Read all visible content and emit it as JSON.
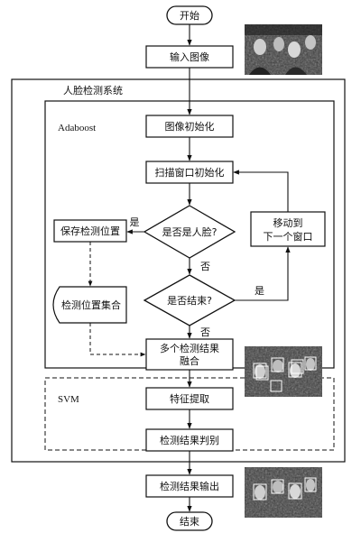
{
  "flowchart": {
    "start": "开始",
    "input_image": "输入图像",
    "system_title": "人脸检测系统",
    "adaboost_label": "Adaboost",
    "image_init": "图像初始化",
    "scan_window_init": "扫描窗口初始化",
    "is_face": "是否是人脸?",
    "save_position": "保存检测位置",
    "move_to_next_line1": "移动到",
    "move_to_next_line2": "下一个窗口",
    "position_set": "检测位置集合",
    "is_finished": "是否结束?",
    "merge_line1": "多个检测结果",
    "merge_line2": "融合",
    "svm_label": "SVM",
    "feature_extract": "特征提取",
    "result_judge": "检测结果判别",
    "result_output": "检测结果输出",
    "end": "结束",
    "yes": "是",
    "no": "否"
  },
  "thumbnails": [
    "crowd-photo",
    "crowd-photo-candidate-boxes",
    "crowd-photo-final-detections"
  ]
}
